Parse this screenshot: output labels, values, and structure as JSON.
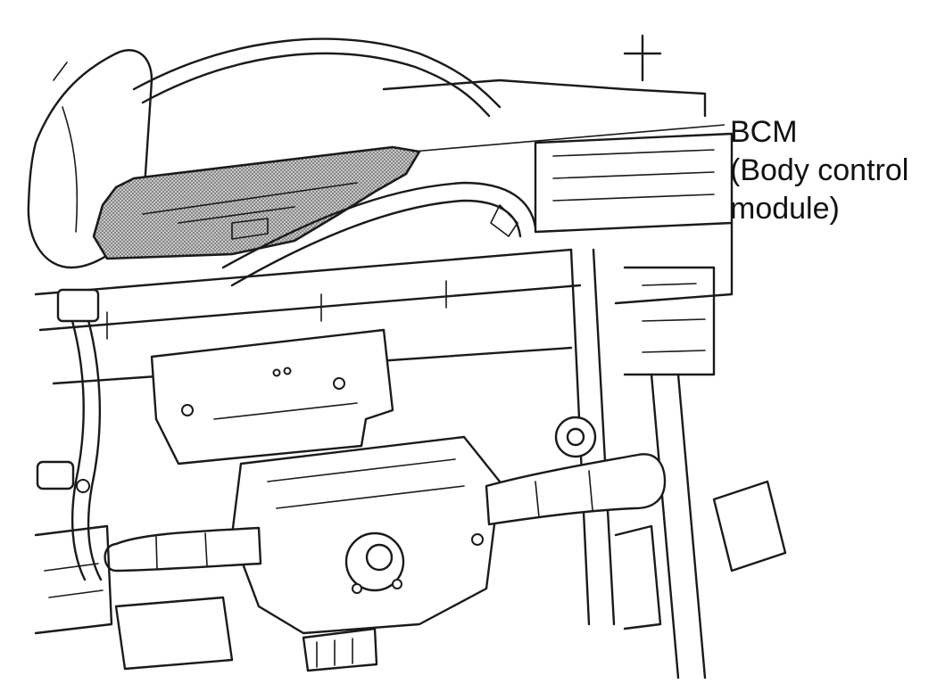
{
  "callout": {
    "title": "BCM",
    "description_line1": "(Body control",
    "description_line2": "module)"
  },
  "colors": {
    "line": "#1a1a1a",
    "bcm_shading": "#9a9a9a",
    "background": "#ffffff"
  }
}
